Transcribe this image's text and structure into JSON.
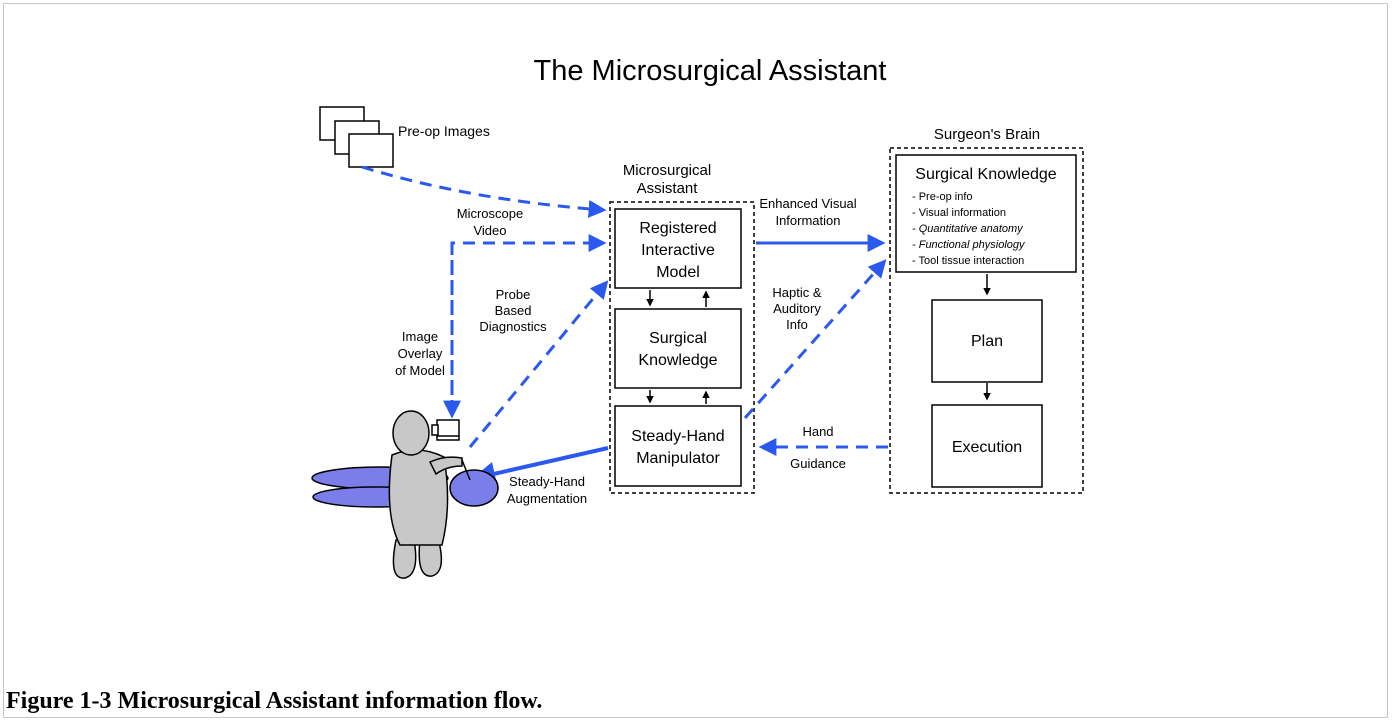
{
  "figure": {
    "title": "The Microsurgical Assistant",
    "caption": "Figure 1-3 Microsurgical Assistant information flow."
  },
  "colors": {
    "flow_arrow": "#2b59f0",
    "figure_fill": "#c8c8c8",
    "figure_blue": "#7b7de8"
  },
  "labels": {
    "preop_images": "Pre-op Images",
    "microscope_video": [
      "Microscope",
      "Video"
    ],
    "probe_diag": [
      "Probe",
      "Based",
      "Diagnostics"
    ],
    "image_overlay": [
      "Image",
      "Overlay",
      "of Model"
    ],
    "steady_aug": [
      "Steady-Hand",
      "Augmentation"
    ],
    "enhanced_visual": [
      "Enhanced Visual",
      "Information"
    ],
    "haptic_info": [
      "Haptic &",
      "Auditory",
      "Info"
    ],
    "hand_guidance": [
      "Hand",
      "Guidance"
    ]
  },
  "assistant": {
    "heading": [
      "Microsurgical",
      "Assistant"
    ],
    "registered_model": [
      "Registered",
      "Interactive",
      "Model"
    ],
    "surgical_knowledge": [
      "Surgical",
      "Knowledge"
    ],
    "manipulator": [
      "Steady-Hand",
      "Manipulator"
    ]
  },
  "brain": {
    "heading": "Surgeon's Brain",
    "knowledge_title": "Surgical Knowledge",
    "knowledge_items": [
      "- Pre-op info",
      "- Visual information",
      "- Quantitative anatomy",
      "- Functional physiology",
      "- Tool tissue interaction"
    ],
    "plan": "Plan",
    "execution": "Execution"
  }
}
